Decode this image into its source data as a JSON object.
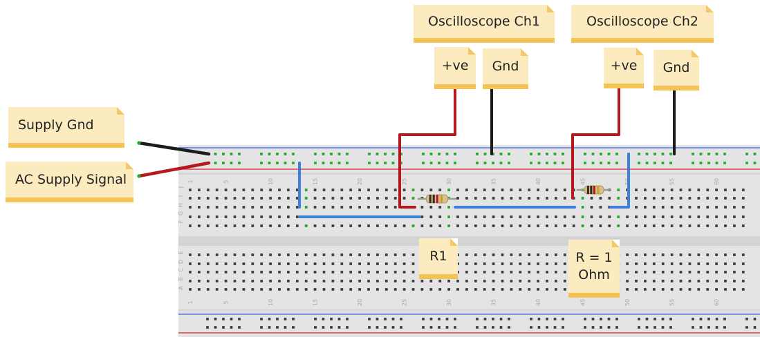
{
  "labels": {
    "supply_gnd": "Supply Gnd",
    "ac_supply_signal": "AC Supply Signal",
    "osc_ch1": "Oscilloscope Ch1",
    "osc_ch2": "Oscilloscope Ch2",
    "ch1_pos": "+ve",
    "ch1_gnd": "Gnd",
    "ch2_pos": "+ve",
    "ch2_gnd": "Gnd",
    "r1": "R1",
    "r_one_ohm": "R = 1\nOhm"
  },
  "breadboard": {
    "row_letters": [
      "J",
      "I",
      "H",
      "G",
      "F",
      "E",
      "D",
      "C",
      "B",
      "A"
    ],
    "column_numbers": [
      "1",
      "5",
      "10",
      "15",
      "20",
      "25",
      "30",
      "35",
      "40",
      "45",
      "50",
      "55",
      "60"
    ]
  },
  "colors": {
    "board": "#e4e4e4",
    "rail_red": "#d9232e",
    "rail_blue": "#2d5fe0",
    "wire_red": "#b3191e",
    "wire_black": "#1c1c1c",
    "wire_blue": "#3c80d8",
    "hole": "#3c3c3c",
    "connected_hole": "#22aa22",
    "note_bg": "#fdebc0",
    "note_shadow": "#f4c356"
  }
}
